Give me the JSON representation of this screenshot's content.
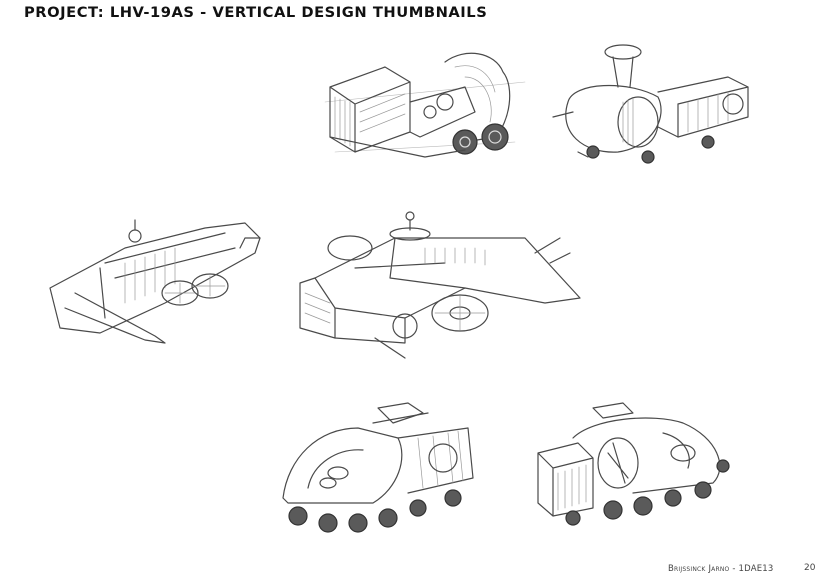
{
  "page": {
    "title": "PROJECT: LHV-19AS - VERTICAL DESIGN THUMBNAILS",
    "author": "Brijssinck Jarno - 1DAE13",
    "page_number": "20"
  },
  "sketches": [
    "thumbnail-1",
    "thumbnail-2",
    "thumbnail-3",
    "thumbnail-4",
    "thumbnail-5",
    "thumbnail-6"
  ]
}
